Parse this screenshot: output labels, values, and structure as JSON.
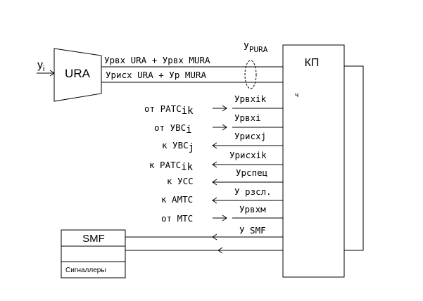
{
  "input": {
    "y": "y",
    "y_sub": "i"
  },
  "ura_block": {
    "label": "URA"
  },
  "bus_top": {
    "label": "Урвх URA + Урвх MURA"
  },
  "bus_bottom": {
    "label": "Урисх URA + Ур MURA"
  },
  "ypura": {
    "main": "У",
    "sub": "PURA"
  },
  "kp_block": {
    "label": "КП",
    "mark": "ч"
  },
  "signals": [
    {
      "src": "от РАТС",
      "src_sub": "ik",
      "name": "Урвхik"
    },
    {
      "src": "от УВС",
      "src_sub": "i",
      "name": "Урвхi"
    },
    {
      "src": "к УВС",
      "src_sub": "j",
      "name": "Урисхj"
    },
    {
      "src": "к РАТС",
      "src_sub": "ik",
      "name": "Урисхik"
    },
    {
      "src": "к УСС",
      "src_sub": "",
      "name": "Урспец"
    },
    {
      "src": "к АМТС",
      "src_sub": "",
      "name": "У рзсл."
    },
    {
      "src": "от МТС",
      "src_sub": "",
      "name": "Урвхм"
    },
    {
      "src": "",
      "src_sub": "",
      "name": "У SMF"
    }
  ],
  "smf_block": {
    "title": "SMF",
    "caption": "Сигналлеры"
  }
}
